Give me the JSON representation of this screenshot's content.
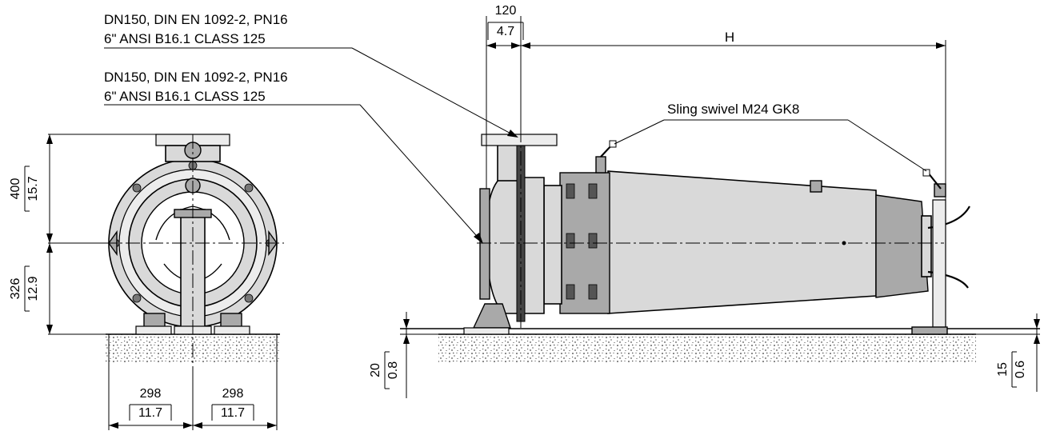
{
  "callouts": {
    "discharge_flange": {
      "line1": "DN150, DIN EN 1092-2, PN16",
      "line2": "6\" ANSI B16.1 CLASS 125"
    },
    "suction_flange": {
      "line1": "DN150, DIN EN 1092-2, PN16",
      "line2": "6\" ANSI B16.1 CLASS 125"
    },
    "sling": "Sling swivel M24 GK8"
  },
  "dimensions": {
    "flange_offset": {
      "mm": "120",
      "inch": "4.7"
    },
    "length": {
      "label": "H"
    },
    "height_upper": {
      "mm": "400",
      "inch": "15.7"
    },
    "height_lower": {
      "mm": "326",
      "inch": "12.9"
    },
    "width_left": {
      "mm": "298",
      "inch": "11.7"
    },
    "width_right": {
      "mm": "298",
      "inch": "11.7"
    },
    "base_front": {
      "mm": "20",
      "inch": "0.8"
    },
    "base_rear": {
      "mm": "15",
      "inch": "0.6"
    }
  }
}
